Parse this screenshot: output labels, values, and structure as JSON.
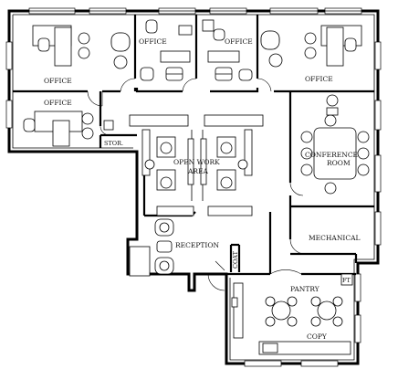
{
  "rooms": {
    "office_top_left": "OFFICE",
    "office_top_mid_left": "OFFICE",
    "office_top_mid_right": "OFFICE",
    "office_top_right": "OFFICE",
    "office_mid_left": "OFFICE",
    "storage": "STOR.",
    "open_work_area_line1": "OPEN WORK",
    "open_work_area_line2": "AREA",
    "conference_line1": "CONFERENCE",
    "conference_line2": "ROOM",
    "mechanical": "MECHANICAL",
    "reception": "RECEPTION",
    "coat": "COAT",
    "pantry": "PANTRY",
    "copy": "COPY",
    "pantry_fixture": "FT"
  }
}
